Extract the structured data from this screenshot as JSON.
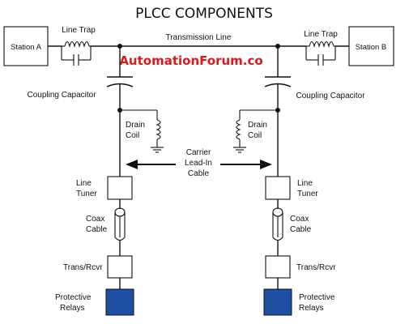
{
  "title": "PLCC COMPONENTS",
  "watermark": "AutomationForum.co",
  "station_a": "Station A",
  "station_b": "Station B",
  "line_trap": "Line Trap",
  "transmission_line": "Transmission Line",
  "coupling_capacitor": "Coupling Capacitor",
  "drain_coil": [
    "Drain",
    "Coil"
  ],
  "carrier_cable": [
    "Carrier",
    "Lead-In",
    "Cable"
  ],
  "line_tuner": [
    "Line",
    "Tuner"
  ],
  "coax_cable": [
    "Coax",
    "Cable"
  ],
  "trans_rcvr": "Trans/Rcvr",
  "protective_relays": [
    "Protective",
    "Relays"
  ],
  "colors": {
    "relay_fill": "#1f4fa0",
    "watermark": "#e01818"
  }
}
